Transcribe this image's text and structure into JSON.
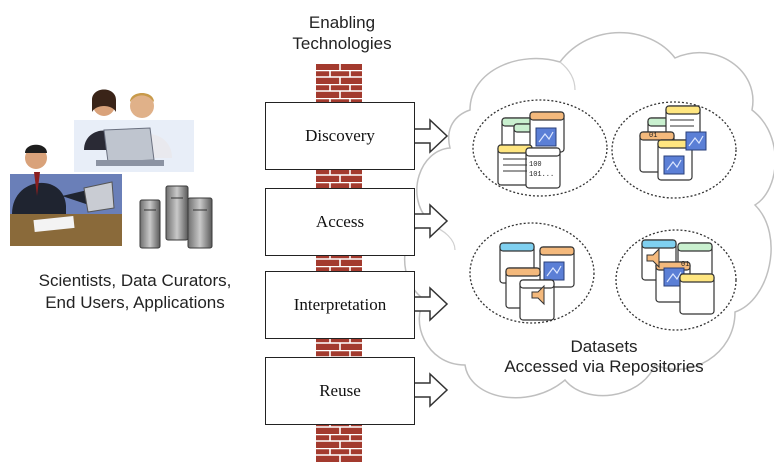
{
  "enabling_technologies": {
    "line1": "Enabling",
    "line2": "Technologies"
  },
  "users": {
    "line1": "Scientists,  Data Curators,",
    "line2": "End Users, Applications"
  },
  "steps": [
    {
      "label": "Discovery"
    },
    {
      "label": "Access"
    },
    {
      "label": "Interpretation"
    },
    {
      "label": "Reuse"
    }
  ],
  "datasets": {
    "line1": "Datasets",
    "line2": "Accessed via Repositories"
  },
  "colors": {
    "brick": "#a33a2e",
    "mortar": "#ffffff",
    "box_border": "#222222",
    "cloud_stroke": "#bfbfbf",
    "card_yellow": "#ffe680",
    "card_green": "#c9f0cf",
    "card_blue": "#7fd0f0",
    "card_orange": "#f4b97c",
    "tile_blue": "#5b7fd6"
  }
}
